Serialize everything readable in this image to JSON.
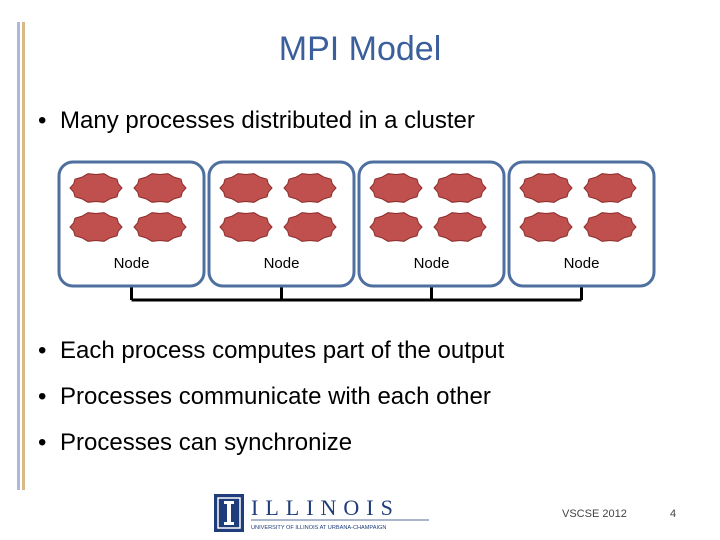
{
  "slide": {
    "title": "MPI Model",
    "bullets_top": [
      "Many processes distributed in a cluster"
    ],
    "bullets_bottom": [
      "Each process computes part of the output",
      "Processes communicate with each other",
      "Processes can synchronize"
    ],
    "footer": {
      "conference": "VSCSE 2012",
      "page_number": "4"
    }
  },
  "diagram": {
    "nodes": [
      {
        "label": "Node",
        "processes": 4
      },
      {
        "label": "Node",
        "processes": 4
      },
      {
        "label": "Node",
        "processes": 4
      },
      {
        "label": "Node",
        "processes": 4
      }
    ],
    "process_color": "#c0504d",
    "node_border_color": "#4f6f9f"
  },
  "logo": {
    "name": "illinois-logo-icon",
    "wordmark": "ILLINOIS",
    "subtitle": "UNIVERSITY OF ILLINOIS AT URBANA-CHAMPAIGN",
    "brand_color": "#1f3d7a"
  }
}
